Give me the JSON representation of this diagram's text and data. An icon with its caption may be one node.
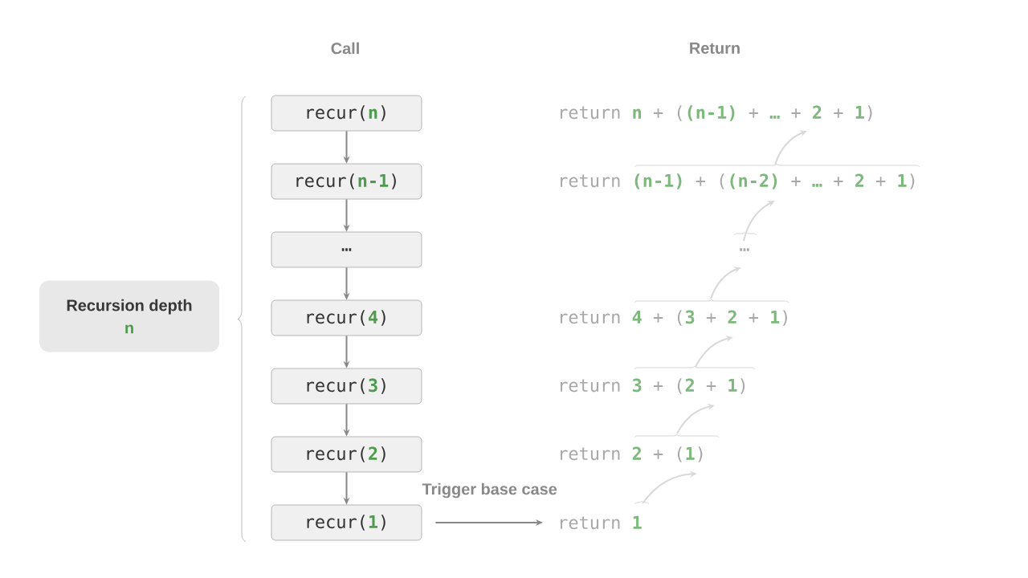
{
  "diagram": {
    "nodes": [
      {
        "text": [
          "Recursion depth",
          "n"
        ]
      },
      {
        "text": [
          "recur(**n**)"
        ]
      },
      {
        "text": [
          "recur(**n-1**)"
        ]
      },
      {
        "text": [
          "…"
        ]
      },
      {
        "text": [
          "recur(**4**)"
        ]
      },
      {
        "text": [
          "recur(**3**)"
        ]
      },
      {
        "text": [
          "recur(**2**)"
        ]
      },
      {
        "text": [
          "recur(**1**)"
        ]
      },
      {
        "text": [
          "return **n** + (**(n-1)** + **…** + **2** + **1**)"
        ]
      },
      {
        "text": [
          "return **(n-1)** + (**(n-2)** + **…** + **2** + **1**)"
        ]
      },
      {
        "text": [
          "…"
        ]
      },
      {
        "text": [
          "return **4** + (**3** + **2** + **1**)"
        ]
      },
      {
        "text": [
          "return **3** + (**2** + **1**)"
        ]
      },
      {
        "text": [
          "return **2** + (**1**)"
        ]
      },
      {
        "text": [
          "return **1**"
        ]
      }
    ],
    "edges": [
      {
        "from": 1,
        "to": 2,
        "arrow": "to"
      },
      {
        "from": 2,
        "to": 3,
        "arrow": "to"
      },
      {
        "from": 3,
        "to": 4,
        "arrow": "to"
      },
      {
        "from": 4,
        "to": 5,
        "arrow": "to"
      },
      {
        "from": 5,
        "to": 6,
        "arrow": "to"
      },
      {
        "from": 6,
        "to": 7,
        "arrow": "to"
      },
      {
        "from": 7,
        "to": 14,
        "arrow": "to",
        "label": "Trigger base case"
      },
      {
        "from": 14,
        "to": 13,
        "arrow": "to",
        "color": "#d9d9d9"
      },
      {
        "from": 13,
        "to": 12,
        "arrow": "to",
        "color": "#d9d9d9"
      },
      {
        "from": 12,
        "to": 11,
        "arrow": "to",
        "color": "#d9d9d9"
      },
      {
        "from": 11,
        "to": 10,
        "arrow": "to",
        "color": "#d9d9d9"
      },
      {
        "from": 10,
        "to": 9,
        "arrow": "to",
        "color": "#d9d9d9"
      },
      {
        "from": 9,
        "to": 8,
        "arrow": "to",
        "color": "#d9d9d9"
      }
    ],
    "labels": [
      "Call",
      "Return"
    ]
  }
}
